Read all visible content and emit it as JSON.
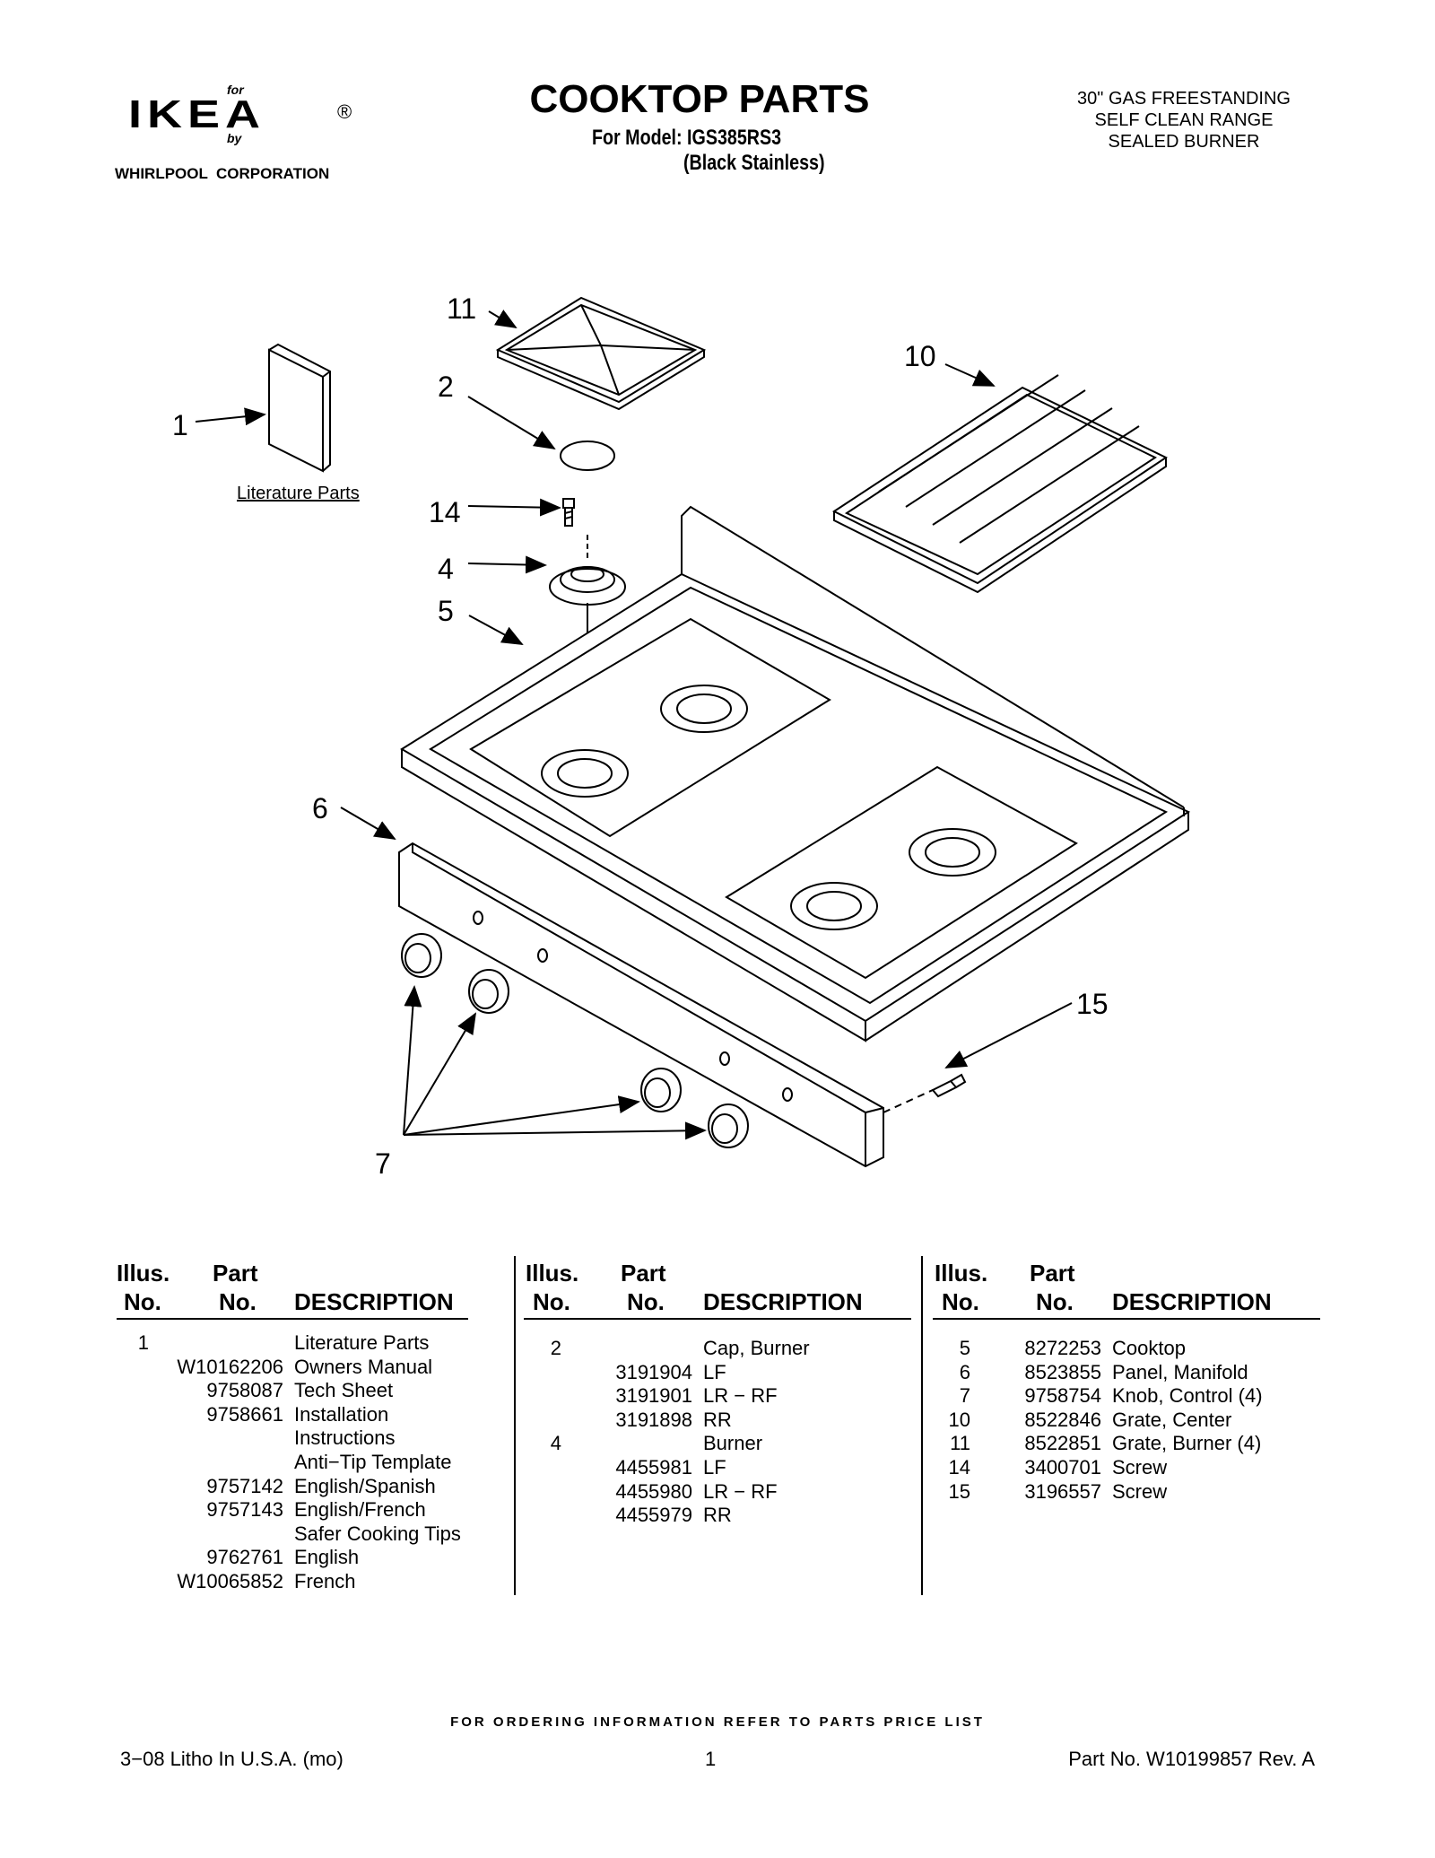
{
  "header": {
    "logo_for": "for",
    "logo_word": "IKEA",
    "logo_reg": "®",
    "logo_by": "by",
    "logo_corp": "WHIRLPOOL  CORPORATION",
    "title": "COOKTOP PARTS",
    "model_line": "For Model: IGS385RS3",
    "model_color": "(Black Stainless)",
    "range_desc": [
      "30\" GAS FREESTANDING",
      "SELF CLEAN RANGE",
      "SEALED BURNER"
    ]
  },
  "diagram": {
    "callouts": [
      "1",
      "2",
      "4",
      "5",
      "6",
      "7",
      "10",
      "11",
      "14",
      "15"
    ],
    "literature_label": "Literature Parts"
  },
  "table": {
    "headers": {
      "illus_top": "Illus.",
      "illus_bottom": "No.",
      "part_top": "Part",
      "part_bottom": "No.",
      "description": "DESCRIPTION"
    },
    "col1": [
      {
        "illus": "1",
        "part": "",
        "desc": "Literature Parts"
      },
      {
        "illus": "",
        "part": "W10162206",
        "desc": "Owners Manual"
      },
      {
        "illus": "",
        "part": "9758087",
        "desc": "Tech Sheet"
      },
      {
        "illus": "",
        "part": "9758661",
        "desc": "Installation"
      },
      {
        "illus": "",
        "part": "",
        "desc": "Instructions"
      },
      {
        "illus": "",
        "part": "",
        "desc": "Anti−Tip Template"
      },
      {
        "illus": "",
        "part": "9757142",
        "desc": "English/Spanish"
      },
      {
        "illus": "",
        "part": "9757143",
        "desc": "English/French"
      },
      {
        "illus": "",
        "part": "",
        "desc": "Safer Cooking Tips"
      },
      {
        "illus": "",
        "part": "9762761",
        "desc": "English"
      },
      {
        "illus": "",
        "part": "W10065852",
        "desc": "French"
      }
    ],
    "col2": [
      {
        "illus": "2",
        "part": "",
        "desc": "Cap, Burner"
      },
      {
        "illus": "",
        "part": "3191904",
        "desc": "LF"
      },
      {
        "illus": "",
        "part": "3191901",
        "desc": "LR − RF"
      },
      {
        "illus": "",
        "part": "3191898",
        "desc": "RR"
      },
      {
        "illus": "4",
        "part": "",
        "desc": "Burner"
      },
      {
        "illus": "",
        "part": "4455981",
        "desc": "LF"
      },
      {
        "illus": "",
        "part": "4455980",
        "desc": "LR − RF"
      },
      {
        "illus": "",
        "part": "4455979",
        "desc": "RR"
      }
    ],
    "col3": [
      {
        "illus": "5",
        "part": "8272253",
        "desc": "Cooktop"
      },
      {
        "illus": "6",
        "part": "8523855",
        "desc": "Panel, Manifold"
      },
      {
        "illus": "7",
        "part": "9758754",
        "desc": "Knob, Control (4)"
      },
      {
        "illus": "10",
        "part": "8522846",
        "desc": "Grate, Center"
      },
      {
        "illus": "11",
        "part": "8522851",
        "desc": "Grate, Burner (4)"
      },
      {
        "illus": "14",
        "part": "3400701",
        "desc": "Screw"
      },
      {
        "illus": "15",
        "part": "3196557",
        "desc": "Screw"
      }
    ]
  },
  "footer": {
    "ordering": "FOR ORDERING INFORMATION REFER TO PARTS PRICE LIST",
    "litho": "3−08 Litho In U.S.A. (mo)",
    "page": "1",
    "part_no": "Part No. W10199857 Rev. A"
  }
}
